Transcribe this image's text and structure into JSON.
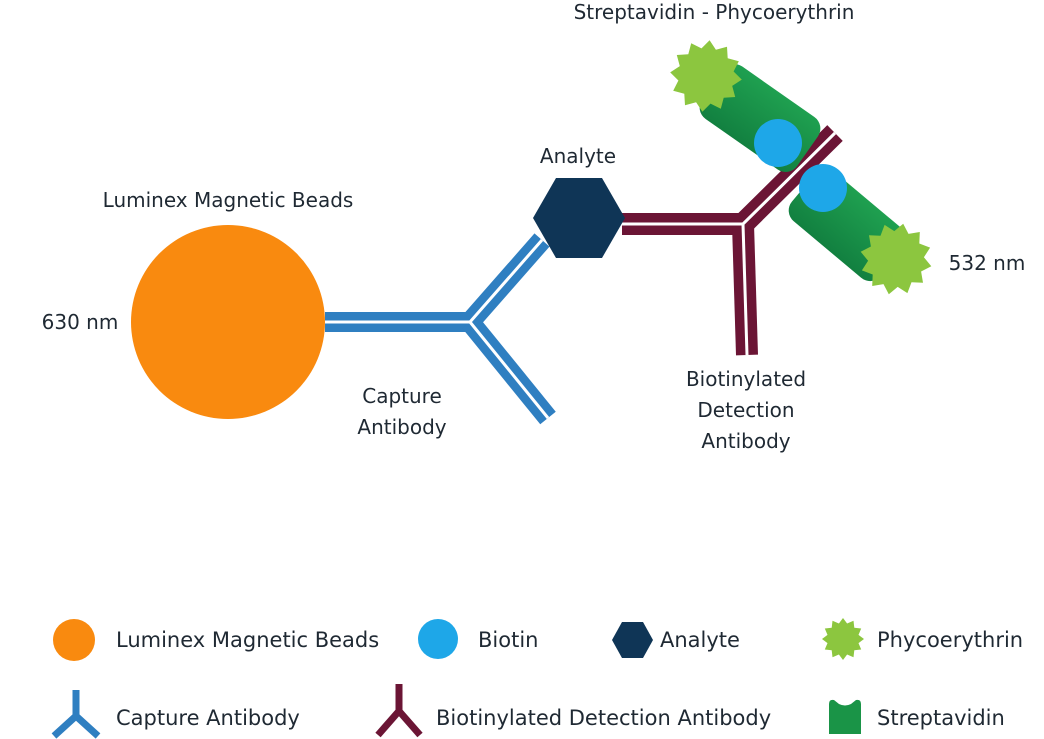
{
  "labels": {
    "streptavidin_pe": "Streptavidin - Phycoerythrin",
    "analyte": "Analyte",
    "beads": "Luminex  Magnetic Beads",
    "bead_wavelength": "630 nm",
    "pe_wavelength": "532 nm",
    "capture_line1": "Capture",
    "capture_line2": "Antibody",
    "detection_line1": "Biotinylated",
    "detection_line2": "Detection",
    "detection_line3": "Antibody"
  },
  "legend": {
    "beads": "Luminex  Magnetic Beads",
    "biotin": "Biotin",
    "analyte": "Analyte",
    "phycoerythrin": "Phycoerythrin",
    "capture_antibody": "Capture Antibody",
    "detection_antibody": "Biotinylated Detection Antibody",
    "streptavidin": "Streptavidin"
  },
  "colors": {
    "bead": "#f98a0f",
    "capture_antibody": "#2f7fc1",
    "detection_antibody": "#6b1535",
    "analyte": "#0f3556",
    "biotin": "#1ea7e8",
    "phycoerythrin": "#8cc63f",
    "streptavidin": "#1a9447"
  }
}
